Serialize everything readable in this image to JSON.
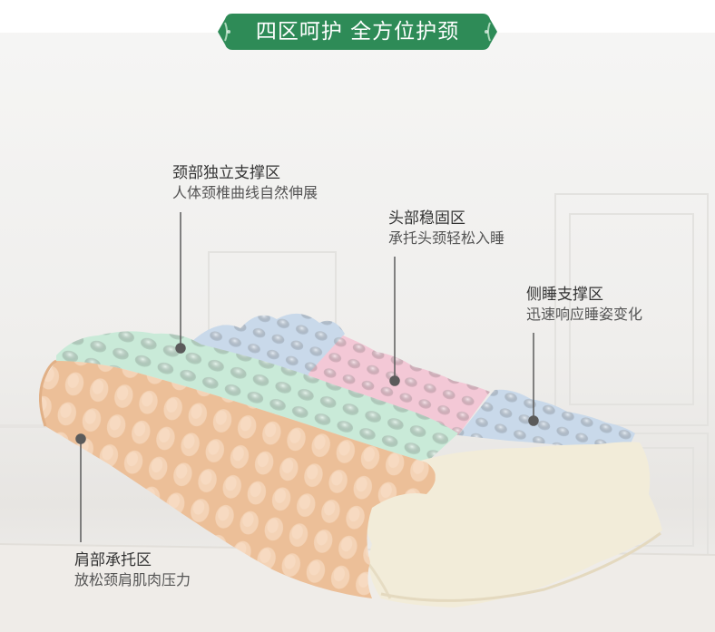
{
  "banner": {
    "title": "四区呵护 全方位护颈",
    "color": "#2e8b57"
  },
  "zones": [
    {
      "title": "颈部独立支撑区",
      "subtitle": "人体颈椎曲线自然伸展"
    },
    {
      "title": "头部稳固区",
      "subtitle": "承托头颈轻松入睡"
    },
    {
      "title": "侧睡支撑区",
      "subtitle": "迅速响应睡姿变化"
    },
    {
      "title": "肩部承托区",
      "subtitle": "放松颈肩肌肉压力"
    }
  ],
  "colors": {
    "neck_zone": "#c9ead8",
    "head_zone": "#f3c8d6",
    "side_zone": "#c9d9ea",
    "shoulder_zone": "#f0c8a6",
    "pillow_base": "#f2ecd9"
  }
}
